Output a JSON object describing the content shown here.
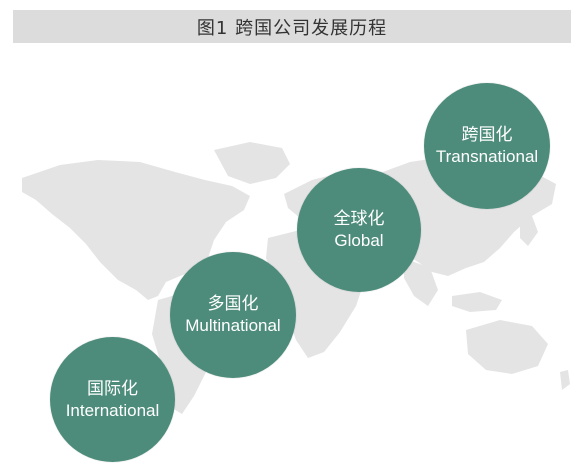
{
  "title": "图1 跨国公司发展历程",
  "colors": {
    "circle_fill": "#4d8c7b",
    "title_bar_bg": "#dcdcdc",
    "map_fill": "#e4e4e4",
    "title_text": "#333333"
  },
  "stages": [
    {
      "cn": "国际化",
      "en": "International"
    },
    {
      "cn": "多国化",
      "en": "Multinational"
    },
    {
      "cn": "全球化",
      "en": "Global"
    },
    {
      "cn": "跨国化",
      "en": "Transnational"
    }
  ]
}
